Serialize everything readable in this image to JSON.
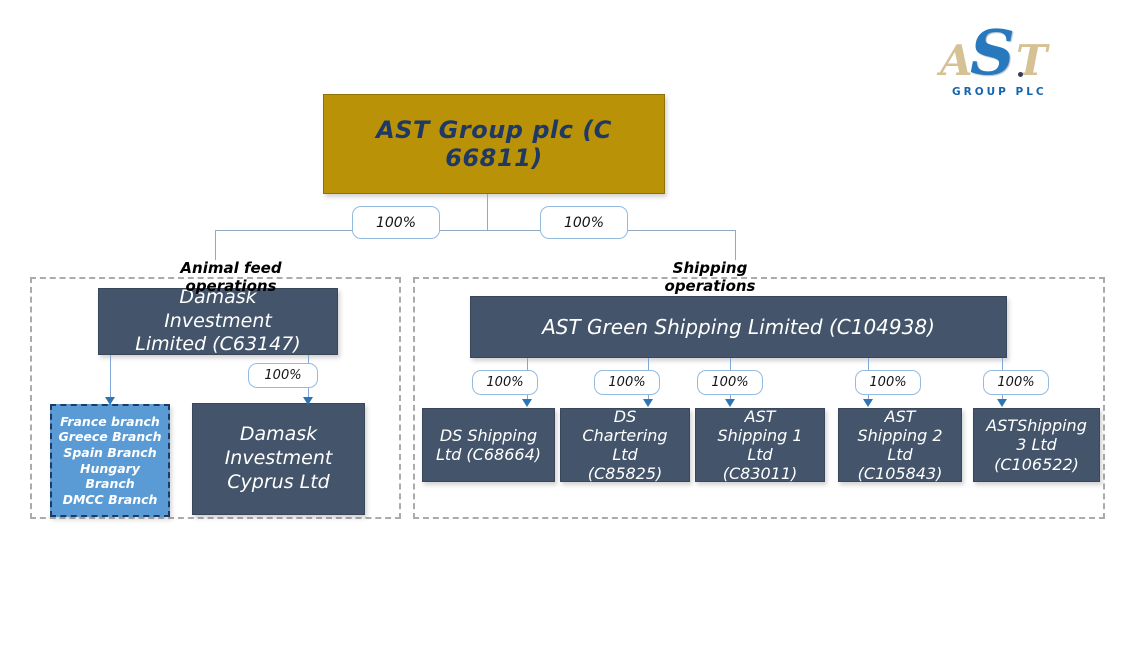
{
  "logo": {
    "letters": [
      "A",
      "S",
      "T"
    ],
    "subtitle": "GROUP PLC"
  },
  "root": {
    "label": "AST Group plc (C 66811)"
  },
  "root_edges": [
    {
      "pct": "100%"
    },
    {
      "pct": "100%"
    }
  ],
  "sections": [
    {
      "label": "Animal feed operations"
    },
    {
      "label": "Shipping operations"
    }
  ],
  "animal_feed": {
    "parent": {
      "name": "Damask Investment Limited (C63147)"
    },
    "branches": [
      "France branch",
      "Greece Branch",
      "Spain Branch",
      "Hungary Branch",
      "DMCC  Branch"
    ],
    "subsidiary": {
      "pct": "100%",
      "name": "Damask Investment Cyprus Ltd"
    }
  },
  "shipping": {
    "parent": {
      "name": "AST Green Shipping Limited (C104938)"
    },
    "children": [
      {
        "pct": "100%",
        "name": "DS Shipping Ltd (C68664)"
      },
      {
        "pct": "100%",
        "name": "DS Chartering Ltd (C85825)"
      },
      {
        "pct": "100%",
        "name": "AST Shipping 1 Ltd (C83011)"
      },
      {
        "pct": "100%",
        "name": "AST Shipping 2 Ltd (C105843)"
      },
      {
        "pct": "100%",
        "name": "ASTShipping 3 Ltd (C106522)"
      }
    ]
  },
  "colors": {
    "root_box": "#BA9208",
    "root_text": "#1F3864",
    "slate_box": "#44546A",
    "branch_box": "#5B9BD5",
    "connector_line": "#93A9C0",
    "arrow_stem": "#7FA8D6",
    "arrowhead": "#2E74B5",
    "pct_border": "#93BBE0",
    "group_border": "#ABABAB",
    "logo_tan": "#D5C194",
    "logo_blue": "#2878BE"
  }
}
